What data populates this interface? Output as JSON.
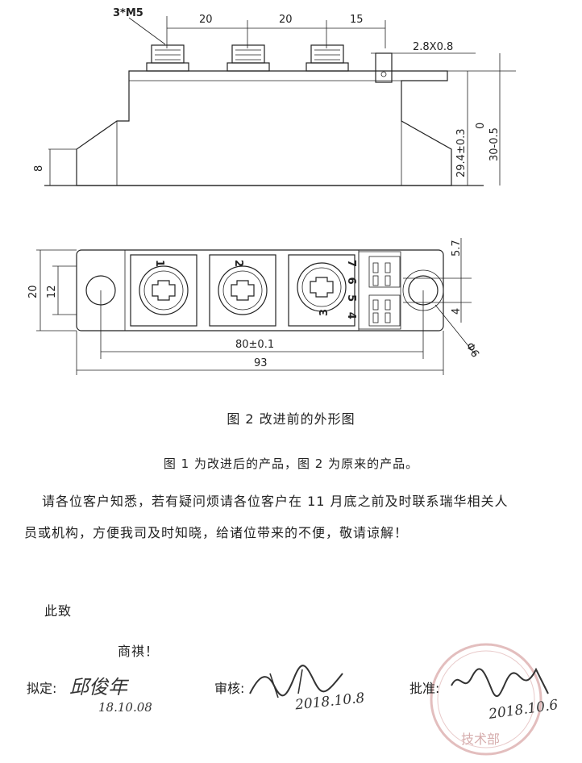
{
  "drawing_side": {
    "screw_label": "3*M5",
    "pitch_1": "20",
    "pitch_2": "20",
    "pitch_3": "15",
    "terminal_size": "2.8X0.8",
    "height_1": "29.4±0.3",
    "height_2": "0",
    "height_3": "30-0.5",
    "base_height": "8"
  },
  "drawing_top": {
    "terminal_1": "1",
    "terminal_2": "2",
    "terminal_3": "3",
    "pins": "7 6 5 4",
    "width_outer": "20",
    "width_inner": "12",
    "pin_dim_1": "5.7",
    "pin_dim_2": "4",
    "hole_dia": "Φ6",
    "mount_dist": "80±0.1",
    "total_length": "93"
  },
  "caption": "图 2 改进前的外形图",
  "note": "图 1 为改进后的产品，图 2 为原来的产品。",
  "para_line1": "请各位客户知悉，若有疑问烦请各位客户在 11 月底之前及时联系瑞华相关人",
  "para_line2": "员或机构，方便我司及时知晓，给诸位带来的不便，敬请谅解！",
  "closing": "此致",
  "greeting": "商祺！",
  "sign": {
    "draft_label": "拟定:",
    "draft_sig": "邱俊年",
    "draft_date": "18.10.08",
    "review_label": "审核:",
    "review_sig": "孙辉",
    "review_date": "2018.10.8",
    "approve_label": "批准:",
    "approve_sig": "黄正刚",
    "approve_date": "2018.10.6"
  },
  "stamp": {
    "bottom_text": "技术部"
  }
}
